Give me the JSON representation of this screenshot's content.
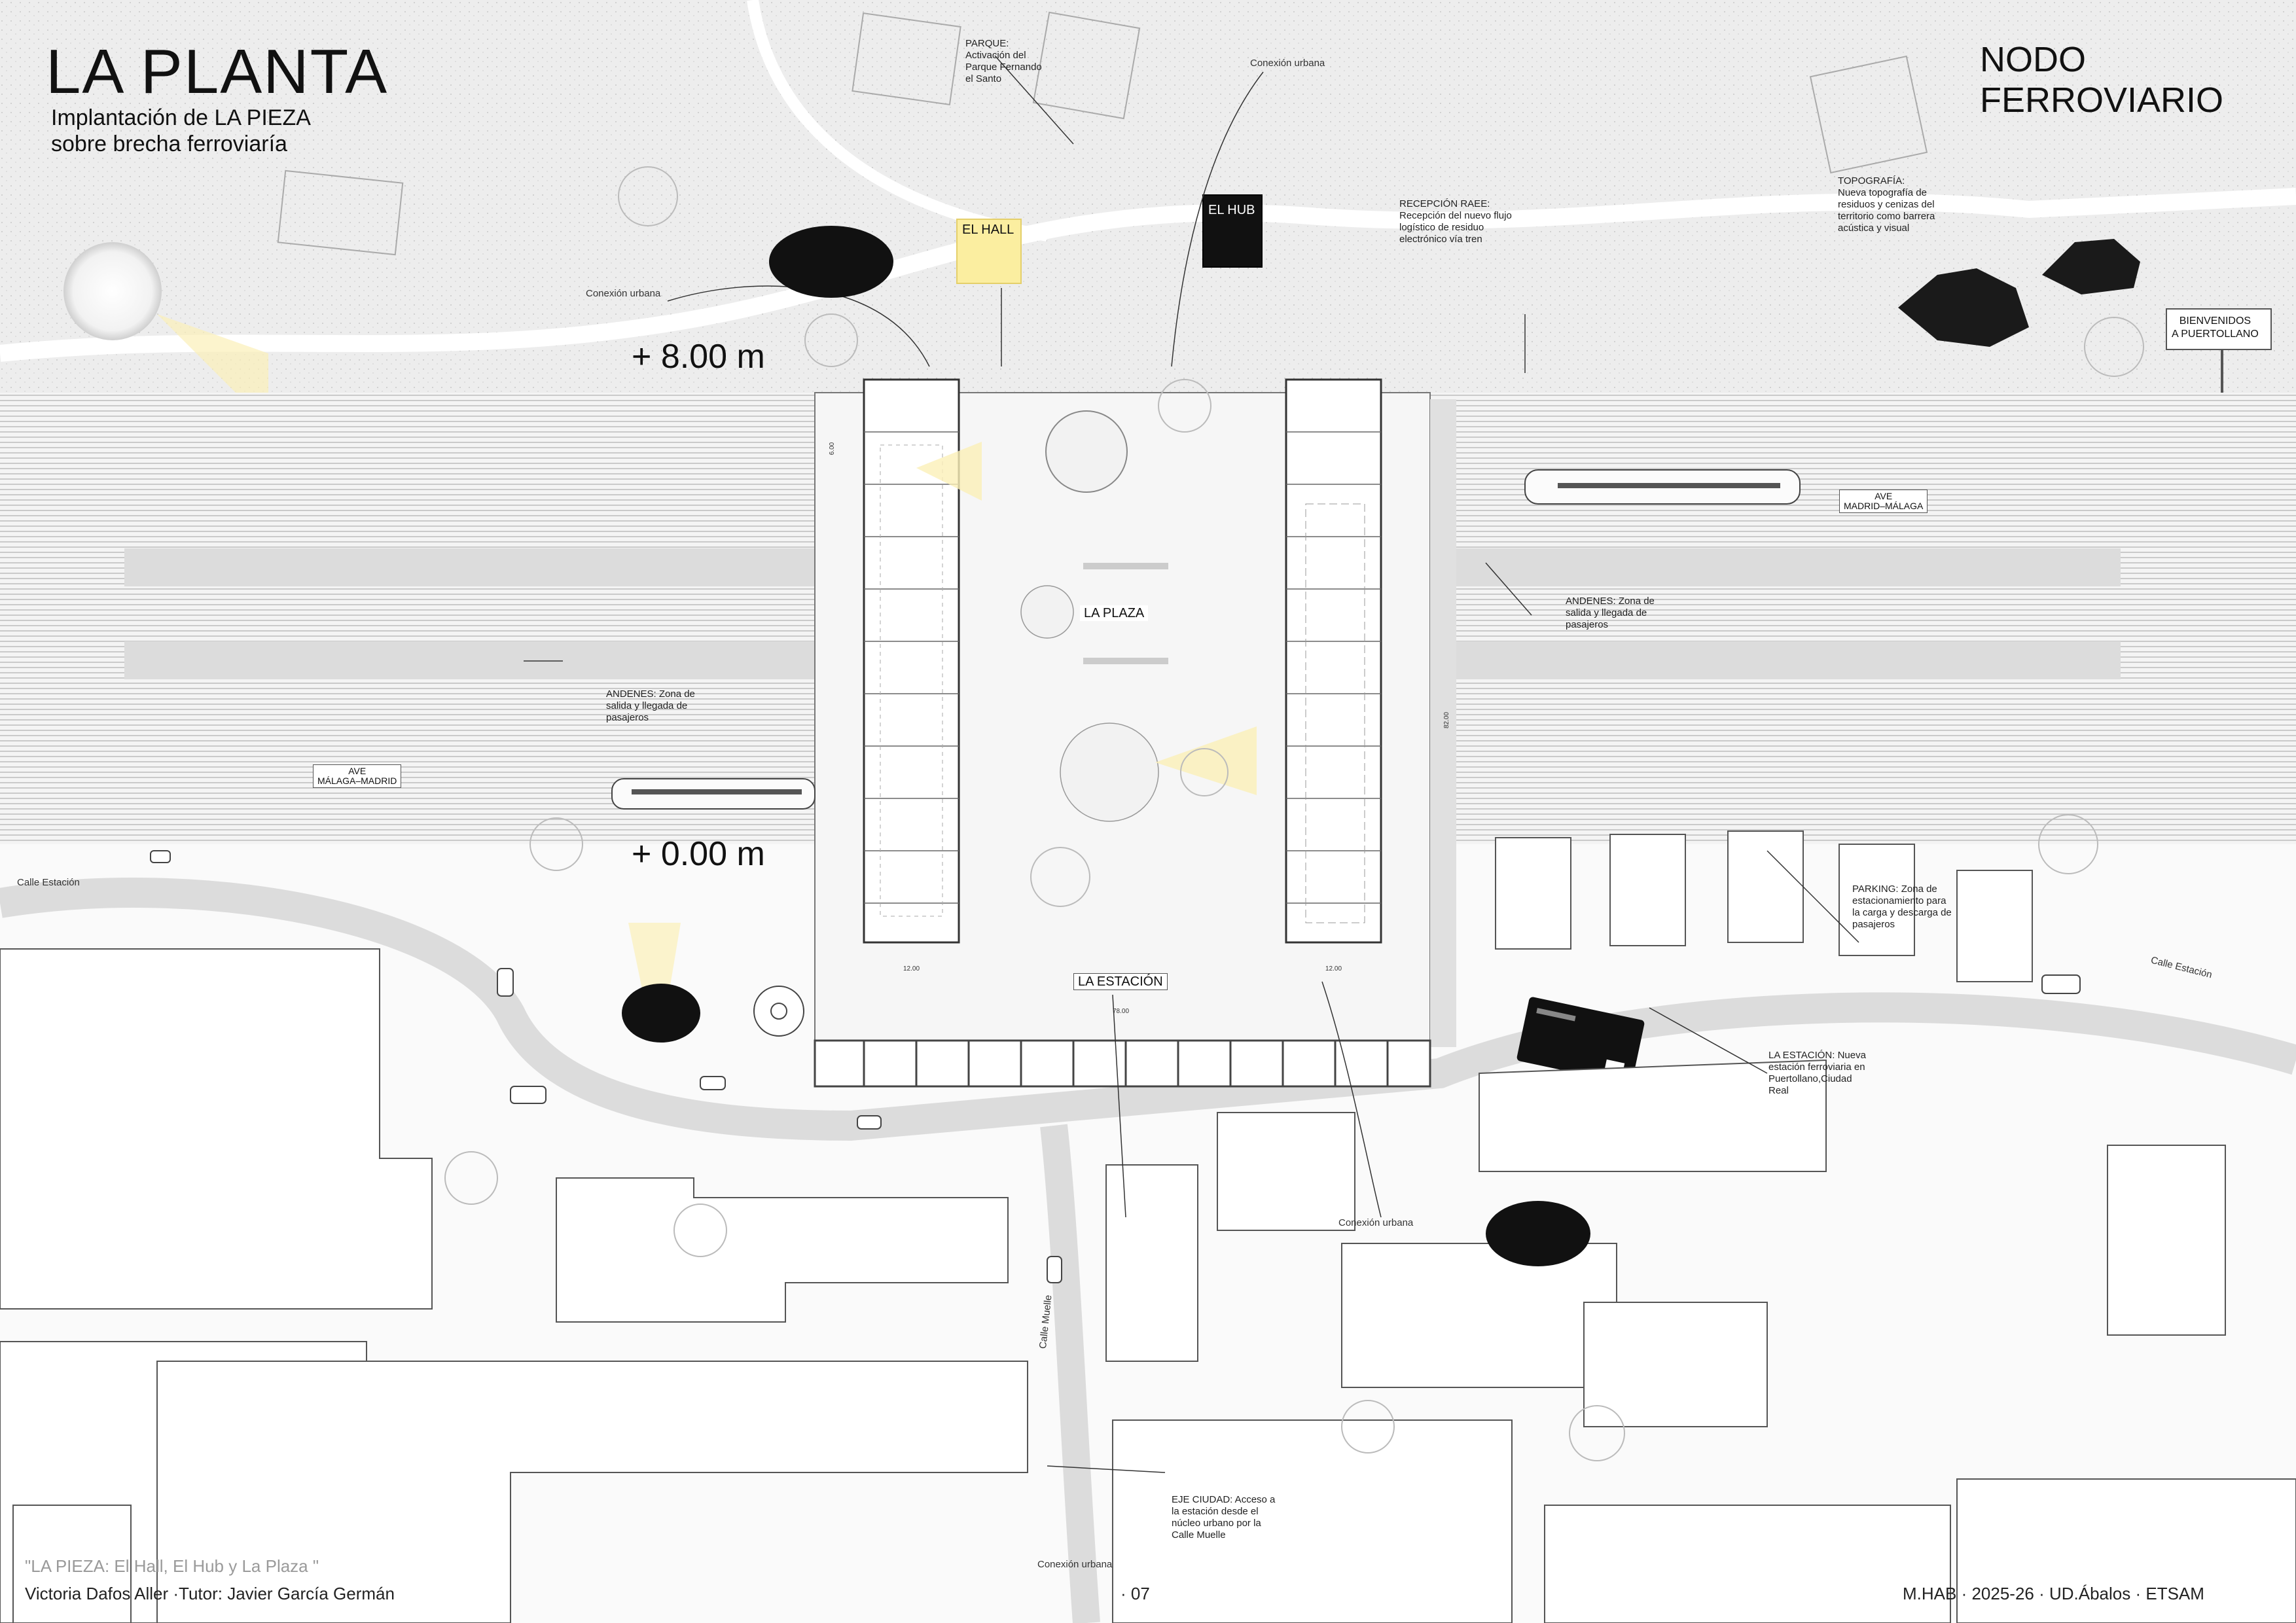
{
  "header": {
    "title": "LA PLANTA",
    "subtitle": "Implantación de LA PIEZA\nsobre brecha ferroviaría",
    "node_title": "NODO\nFERROVIARIO"
  },
  "levels": {
    "upper": "+ 8.00 m",
    "lower": "+ 0.00 m"
  },
  "buildings": {
    "hall": "EL HALL",
    "hub": "EL HUB",
    "plaza": "LA PLAZA",
    "station": "LA ESTACIÓN"
  },
  "annotations": {
    "parque": "PARQUE:\nActivación del\nParque Fernando\nel Santo",
    "recepcion": "RECEPCIÓN RAEE:\nRecepción del nuevo flujo\nlogístico de residuo\nelectrónico vía tren",
    "topografia": "TOPOGRAFÍA:\nNueva topografía de\nresiduos y cenizas del\nterritorio como barrera\nacústica y visual",
    "andenes_right": "ANDENES: Zona de\nsalida y llegada de\npasajeros",
    "andenes_left": "ANDENES: Zona de\nsalida y llegada de\npasajeros",
    "parking": "PARKING: Zona de\nestacionamiento para\nla carga y descarga de\npasajeros",
    "estacion": "LA ESTACIÓN: Nueva\nestación ferroviaria en\nPuertollano,Ciudad\nReal",
    "eje": "EJE CIUDAD: Acceso a\nla estación desde el\nnúcleo urbano por la\nCalle Muelle"
  },
  "connections": {
    "label": "Conexión urbana"
  },
  "streets": {
    "calle_estacion": "Calle Estación",
    "calle_muelle": "Calle Muelle"
  },
  "trains": {
    "right": "AVE\nMADRID–MÁLAGA",
    "left": "AVE\nMÁLAGA–MADRID"
  },
  "sign": "BIENVENIDOS\nA PUERTOLLANO",
  "dimensions": {
    "module": "6.00",
    "width_left": "12.00",
    "width_right": "12.00",
    "total": "78.00",
    "depth": "82.00"
  },
  "footer": {
    "quote": "\"LA PIEZA: El Hall, El Hub y La Plaza \"",
    "authors": "Victoria Dafos Aller  ·Tutor: Javier García Germán",
    "page": "· 07",
    "course": "M.HAB · 2025-26 · UD.Ábalos · ETSAM"
  },
  "colors": {
    "hall_fill": "#fbeea0",
    "hub_fill": "#111111",
    "ground": "#ececec",
    "track": "#d0d0d0",
    "platform": "#dcdcdc",
    "building_shadow": "#e6e6e6"
  }
}
